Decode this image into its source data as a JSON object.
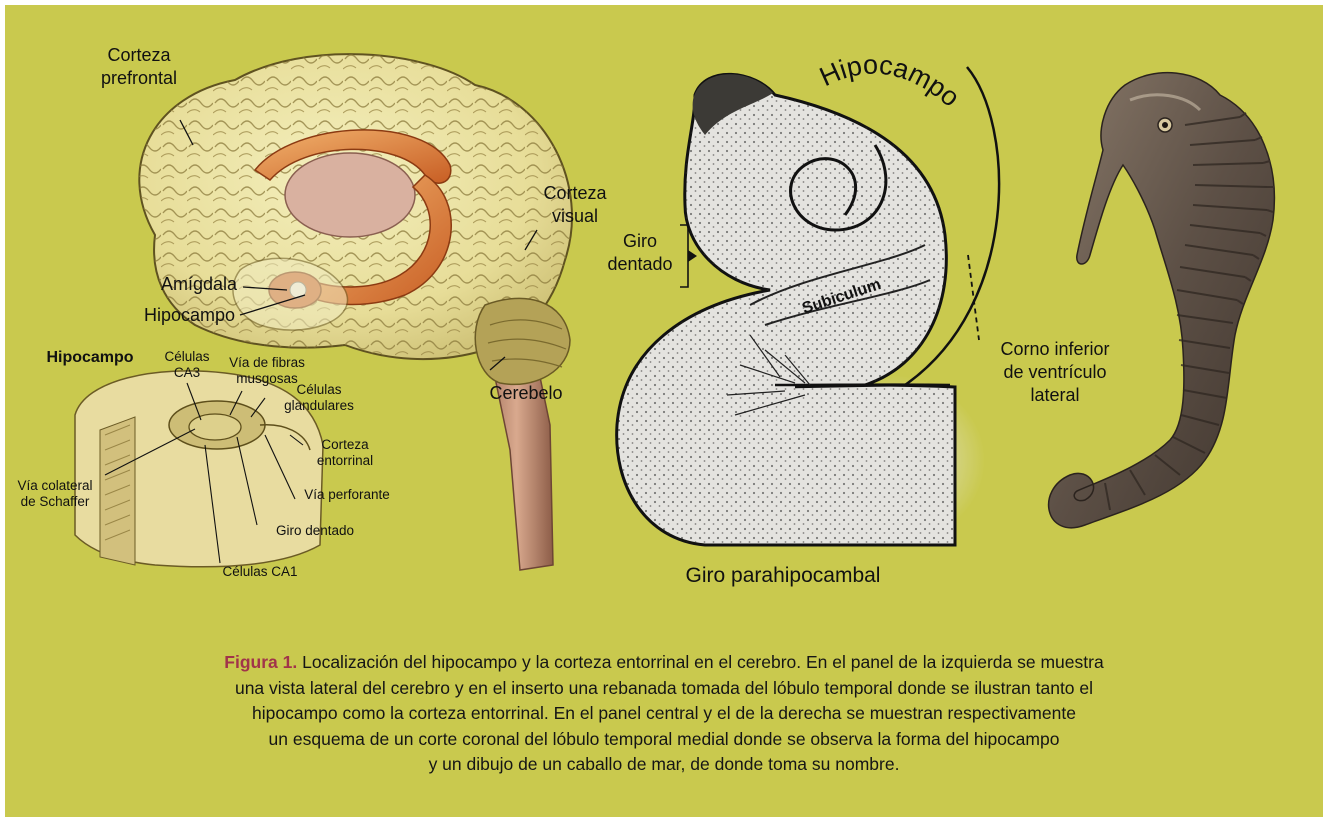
{
  "brain": {
    "corteza_prefrontal": [
      "Corteza",
      "prefrontal"
    ],
    "corteza_visual": [
      "Corteza",
      "visual"
    ],
    "amigdala": "Amígdala",
    "hipocampo": "Hipocampo",
    "cerebelo": "Cerebelo"
  },
  "inset": {
    "title": "Hipocampo",
    "celulas_ca3": [
      "Células",
      "CA3"
    ],
    "via_fibras": [
      "Vía de fibras",
      "musgosas"
    ],
    "celulas_glandulares": [
      "Células",
      "glandulares"
    ],
    "corteza_entorrinal": [
      "Corteza",
      "entorrinal"
    ],
    "via_colateral": [
      "Vía colateral",
      "de Schaffer"
    ],
    "via_perforante": "Vía perforante",
    "giro_dentado": "Giro dentado",
    "celulas_ca1": "Células CA1"
  },
  "center": {
    "hipocampo": "Hipocampo",
    "giro_dentado": [
      "Giro",
      "dentado"
    ],
    "subiculum": "Subiculum",
    "corno": [
      "Corno inferior",
      "de ventrículo",
      "lateral"
    ],
    "parahipocampal": "Giro parahipocambal"
  },
  "caption": {
    "label": "Figura 1.",
    "text": " Localización del hipocampo y la corteza entorrinal en el cerebro. En el panel de la izquierda se muestra una vista lateral del cerebro y en el inserto una rebanada tomada del lóbulo temporal donde se ilustran tanto el hipocampo como la corteza entorrinal. En el panel central y el de la derecha se muestran respectivamente un esquema de un corte coronal del lóbulo temporal medial donde se observa la forma del hipocampo y un dibujo de un caballo de mar, de donde toma su nombre.",
    "lines": [
      "Localización del hipocampo y la corteza entorrinal en el cerebro. En el panel de la izquierda se muestra",
      "una vista lateral del cerebro y en el inserto una rebanada tomada del lóbulo temporal donde se ilustran tanto el",
      "hipocampo como la corteza entorrinal. En el panel central y el de la derecha se muestran respectivamente",
      "un esquema de un corte coronal del lóbulo temporal medial donde se observa la forma del hipocampo",
      "y un dibujo de un caballo de mar, de donde toma su nombre."
    ]
  },
  "colors": {
    "background": "#c9c94e",
    "caption_label": "#a1344a"
  }
}
